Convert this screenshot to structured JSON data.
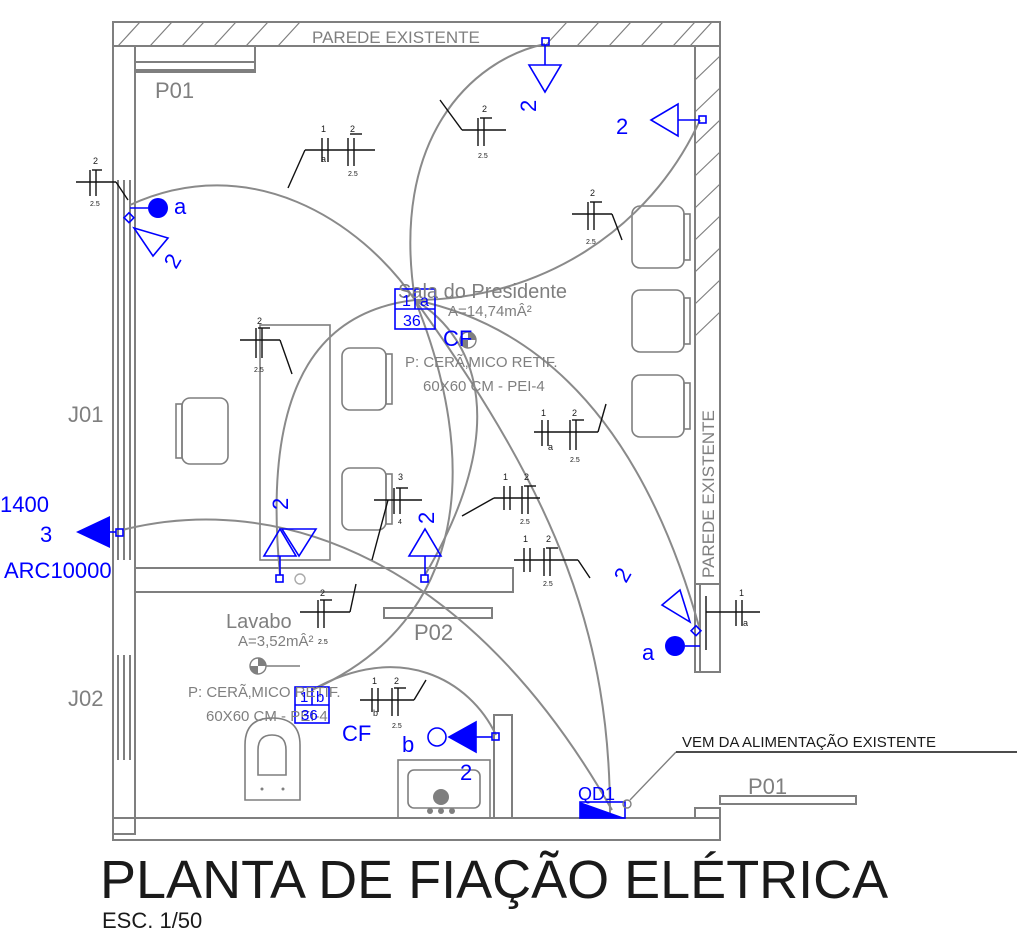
{
  "title": {
    "main": "PLANTA DE FIAÇÃO ELÉTRICA",
    "scale": "ESC. 1/50"
  },
  "walls": {
    "top": "PAREDE EXISTENTE",
    "right": "PAREDE EXISTENTE"
  },
  "rooms": {
    "sala": {
      "name": "Sala do Presidente",
      "area": "A=14,74mÂ²",
      "floor_1": "P: CERÃ‚MICO RETIF.",
      "floor_2": "60X60 CM - PEI-4"
    },
    "lavabo": {
      "name": "Lavabo",
      "area": "A=3,52mÂ²",
      "floor_1": "P: CERÃ‚MICO RETIF.",
      "floor_2": "60X60 CM - PEI-4"
    }
  },
  "doors": {
    "p01_top": "P01",
    "p01_bottom": "P01",
    "p02": "P02"
  },
  "windows": {
    "j01": "J01",
    "j02": "J02"
  },
  "ac_unit": {
    "power": "1400",
    "circuit": "3",
    "model": "ARC10000"
  },
  "panel": {
    "label": "QD1",
    "feed_note": "VEM DA ALIMENTAÇÃO EXISTENTE"
  },
  "light_points": {
    "sala": {
      "circuit": "1",
      "switch": "a",
      "power": "36",
      "type": "CF"
    },
    "lavabo": {
      "circuit": "1",
      "switch": "b",
      "power": "36",
      "type": "CF"
    }
  },
  "switch_labels": {
    "a_left": "a",
    "a_right": "a",
    "b": "b"
  },
  "outlet_circuits": {
    "top_center": "2",
    "top_right": "2",
    "left_wall": "2",
    "desk_left": "2",
    "desk_right": "2",
    "right_wall": "2",
    "lavabo": "2"
  },
  "wire_tags": {
    "t1": {
      "c1": "2",
      "g": "2.5"
    },
    "t2": {
      "c1": "1",
      "s1": "a",
      "c2": "2",
      "g": "2.5"
    },
    "t3": {
      "c1": "2",
      "g": "2.5"
    },
    "t4": {
      "c1": "2",
      "g": "2.5"
    },
    "t5": {
      "c1": "2",
      "g": "2.5"
    },
    "t6": {
      "c1": "1",
      "s1": "a",
      "c2": "2",
      "g": "2.5"
    },
    "t7": {
      "c1": "3",
      "g": "4"
    },
    "t8": {
      "c1": "1",
      "c2": "2",
      "g": "2.5"
    },
    "t9": {
      "c1": "1",
      "c2": "2",
      "g": "2.5"
    },
    "t10": {
      "c1": "1",
      "s1": "a"
    },
    "t11": {
      "c1": "2",
      "g": "2.5"
    },
    "t12": {
      "c1": "1",
      "s1": "b",
      "c2": "2",
      "g": "2.5"
    }
  }
}
